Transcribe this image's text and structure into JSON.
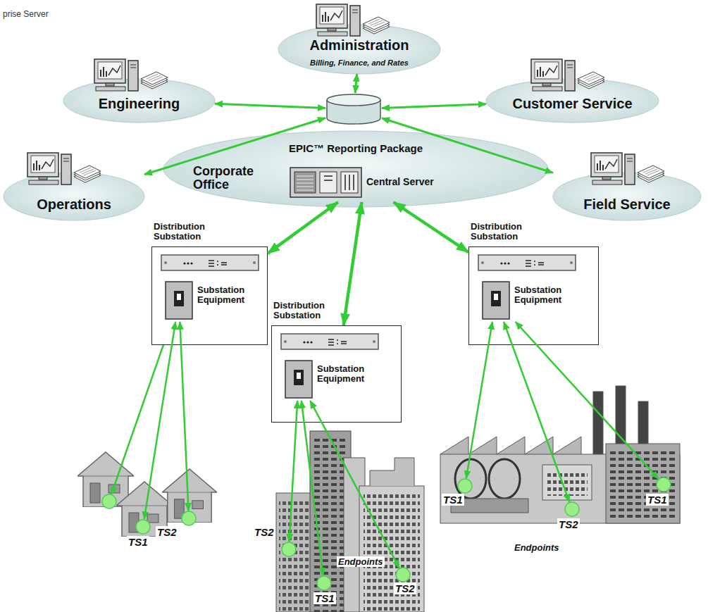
{
  "diagram": {
    "nodes": [
      {
        "text": [
          "Administration",
          "Billing, Finance, and Rates"
        ]
      },
      {
        "text": [
          "Engineering"
        ]
      },
      {
        "text": [
          "Customer Service"
        ]
      },
      {
        "text": [
          "Operations"
        ]
      },
      {
        "text": [
          "Field Service"
        ]
      },
      {
        "text": [
          "EPIC™ Reporting Package",
          "Corporate Office"
        ]
      },
      {
        "text": [
          "Central Server"
        ],
        "in": 5
      },
      {
        "text": [
          "Distribution Substation"
        ]
      },
      {
        "text": [
          "Substation Equipment"
        ],
        "in": 7
      },
      {
        "text": [
          "Distribution Substation"
        ]
      },
      {
        "text": [
          "Substation Equipment"
        ],
        "in": 9
      },
      {
        "text": [
          "Distribution Substation"
        ]
      },
      {
        "text": [
          "Substation Equipment"
        ],
        "in": 11
      },
      {
        "text": [
          "TS1"
        ]
      },
      {
        "text": [
          "TS2"
        ]
      },
      {
        "text": [
          "TS2"
        ]
      },
      {
        "text": [
          "TS1"
        ]
      },
      {
        "text": [
          "TS2"
        ]
      },
      {
        "text": [
          "TS1"
        ]
      },
      {
        "text": [
          "TS2"
        ]
      },
      {
        "text": [
          "TS1"
        ]
      }
    ],
    "edges": [
      {
        "from": 5,
        "to": 0,
        "arrow": "both"
      },
      {
        "from": 5,
        "to": 1,
        "arrow": "both"
      },
      {
        "from": 5,
        "to": 2,
        "arrow": "both"
      },
      {
        "from": 5,
        "to": 3,
        "arrow": "both"
      },
      {
        "from": 5,
        "to": 4,
        "arrow": "both"
      },
      {
        "from": 6,
        "to": 7,
        "arrow": "both"
      },
      {
        "from": 6,
        "to": 9,
        "arrow": "both"
      },
      {
        "from": 6,
        "to": 11,
        "arrow": "both"
      },
      {
        "from": 8,
        "to": 13,
        "arrow": "both"
      },
      {
        "from": 8,
        "to": 14,
        "arrow": "both"
      },
      {
        "from": 10,
        "to": 15,
        "arrow": "both"
      },
      {
        "from": 10,
        "to": 16,
        "arrow": "both"
      },
      {
        "from": 10,
        "to": 17,
        "arrow": "both"
      },
      {
        "from": 12,
        "to": 18,
        "arrow": "both"
      },
      {
        "from": 12,
        "to": 19,
        "arrow": "both"
      },
      {
        "from": 12,
        "to": 20,
        "arrow": "both"
      }
    ],
    "labels": [
      "prise Server",
      "Endpoints",
      "Endpoints"
    ]
  }
}
